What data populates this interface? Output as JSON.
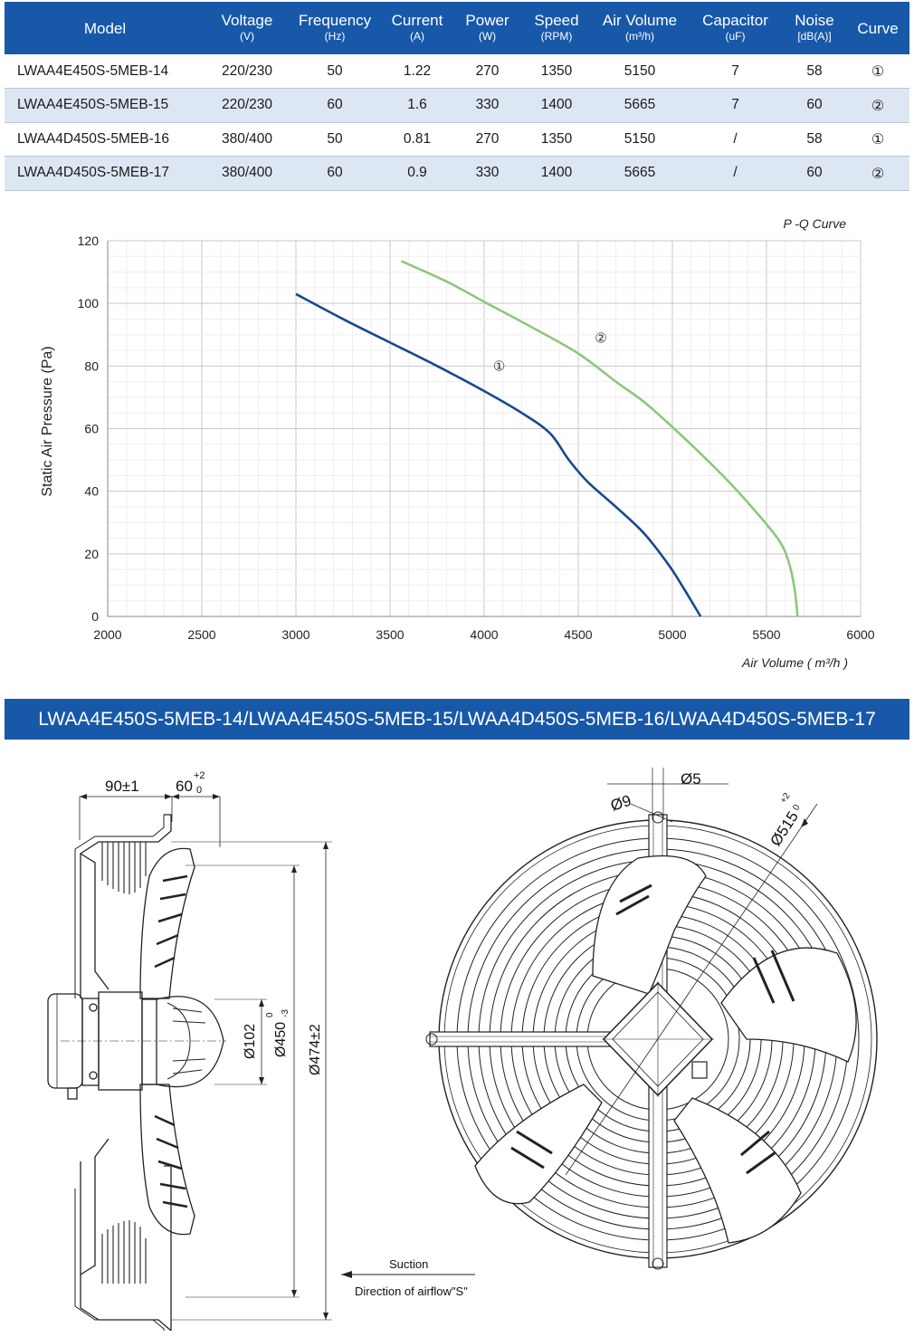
{
  "table": {
    "headers": [
      {
        "name": "Model",
        "unit": ""
      },
      {
        "name": "Voltage",
        "unit": "(V)"
      },
      {
        "name": "Frequency",
        "unit": "(Hz)"
      },
      {
        "name": "Current",
        "unit": "(A)"
      },
      {
        "name": "Power",
        "unit": "(W)"
      },
      {
        "name": "Speed",
        "unit": "(RPM)"
      },
      {
        "name": "Air Volume",
        "unit": "(m³/h)"
      },
      {
        "name": "Capacitor",
        "unit": "(uF)"
      },
      {
        "name": "Noise",
        "unit": "[dB(A)]"
      },
      {
        "name": "Curve",
        "unit": ""
      }
    ],
    "rows": [
      [
        "LWAA4E450S-5MEB-14",
        "220/230",
        "50",
        "1.22",
        "270",
        "1350",
        "5150",
        "7",
        "58",
        "①"
      ],
      [
        "LWAA4E450S-5MEB-15",
        "220/230",
        "60",
        "1.6",
        "330",
        "1400",
        "5665",
        "7",
        "60",
        "②"
      ],
      [
        "LWAA4D450S-5MEB-16",
        "380/400",
        "50",
        "0.81",
        "270",
        "1350",
        "5150",
        "/",
        "58",
        "①"
      ],
      [
        "LWAA4D450S-5MEB-17",
        "380/400",
        "60",
        "0.9",
        "330",
        "1400",
        "5665",
        "/",
        "60",
        "②"
      ]
    ],
    "colors": {
      "header_bg": "#1858a9",
      "alt_row_bg": "#dde7f4"
    }
  },
  "chart_data": {
    "type": "line",
    "title": "P -Q Curve",
    "xlabel": "Air Volume ( m³/h )",
    "ylabel": "Static Air Pressure  (Pa)",
    "xlim": [
      2000,
      6000
    ],
    "ylim": [
      0,
      120
    ],
    "x_ticks": [
      "2000",
      "2500",
      "3000",
      "3500",
      "4000",
      "4500",
      "5000",
      "5500",
      "6000"
    ],
    "y_ticks": [
      "0",
      "20",
      "40",
      "60",
      "80",
      "100",
      "120"
    ],
    "grid": true,
    "series": [
      {
        "name": "①",
        "color": "#174a8f",
        "points": [
          [
            3000,
            103
          ],
          [
            3250,
            95
          ],
          [
            3500,
            87.5
          ],
          [
            3750,
            80
          ],
          [
            4000,
            72
          ],
          [
            4200,
            65
          ],
          [
            4350,
            58.5
          ],
          [
            4450,
            50
          ],
          [
            4550,
            43
          ],
          [
            4700,
            35
          ],
          [
            4850,
            26.5
          ],
          [
            4980,
            16.5
          ],
          [
            5060,
            9
          ],
          [
            5120,
            3
          ],
          [
            5150,
            0
          ]
        ]
      },
      {
        "name": "②",
        "color": "#8fc67e",
        "points": [
          [
            3560,
            113.5
          ],
          [
            3800,
            107
          ],
          [
            4000,
            100.5
          ],
          [
            4250,
            92.5
          ],
          [
            4500,
            84
          ],
          [
            4700,
            75
          ],
          [
            4850,
            68.5
          ],
          [
            5000,
            60.5
          ],
          [
            5150,
            52
          ],
          [
            5300,
            43
          ],
          [
            5450,
            33
          ],
          [
            5570,
            24
          ],
          [
            5620,
            17
          ],
          [
            5650,
            8.5
          ],
          [
            5665,
            0
          ]
        ]
      }
    ]
  },
  "banner": {
    "text": "LWAA4E450S-5MEB-14/LWAA4E450S-5MEB-15/LWAA4D450S-5MEB-16/LWAA4D450S-5MEB-17"
  },
  "drawing": {
    "dim_90": "90±1",
    "dim_60": "60",
    "dim_60_tol_upper": "+2",
    "dim_60_tol_lower": "0",
    "dim_d102": "Ø102",
    "dim_d450": "Ø450",
    "dim_d450_tol_upper": "0",
    "dim_d450_tol_lower": "-3",
    "dim_d474": "Ø474±2",
    "dim_d9": "Ø9",
    "dim_d5": "Ø5",
    "dim_d515": "Ø515",
    "dim_d515_tol_upper": "+2",
    "dim_d515_tol_lower": "0",
    "suction_label": "Suction",
    "airflow_label": "Direction of airflow\"S\""
  }
}
